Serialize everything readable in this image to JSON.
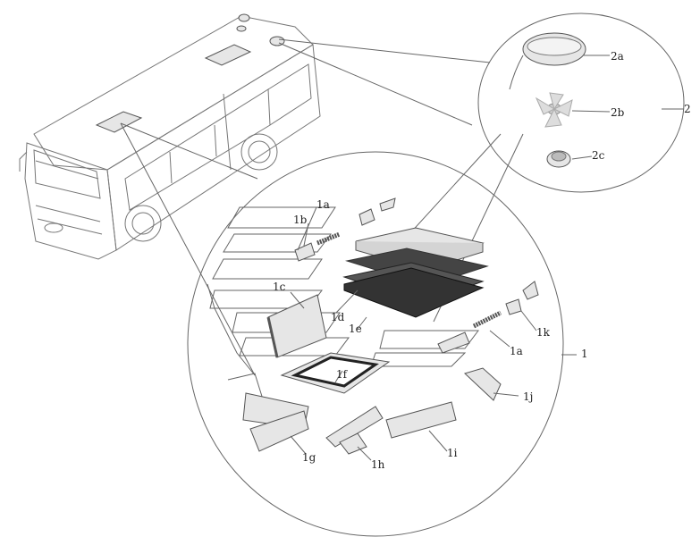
{
  "labels": {
    "l1a_top": "1a",
    "l1b": "1b",
    "l1c": "1c",
    "l1d": "1d",
    "l1e": "1e",
    "l1f": "1f",
    "l1a_right": "1a",
    "l1k": "1k",
    "l1": "1",
    "l1j": "1j",
    "l1g": "1g",
    "l1h": "1h",
    "l1i": "1i",
    "l2a": "2a",
    "l2b": "2b",
    "l2c": "2c",
    "l2": "2"
  }
}
